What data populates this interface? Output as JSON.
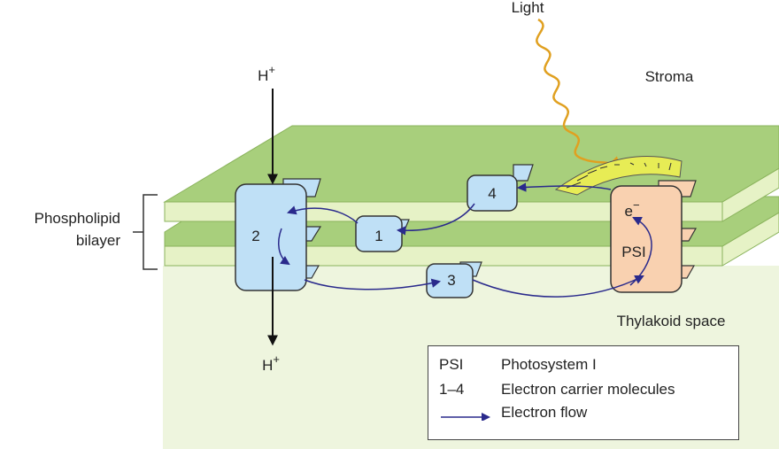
{
  "labels": {
    "light": "Light",
    "stroma": "Stroma",
    "h_plus_top": "H",
    "h_plus_bottom": "H",
    "h_plus_superscript": "+",
    "phospholipid_line1": "Phospholipid",
    "phospholipid_line2": "bilayer",
    "thylakoid_space": "Thylakoid space",
    "electron": "e",
    "electron_superscript": "−",
    "psi": "PSI",
    "carrier_1": "1",
    "carrier_2": "2",
    "carrier_3": "3",
    "carrier_4": "4"
  },
  "legend": {
    "rows": [
      {
        "key": "PSI",
        "description": "Photosystem I"
      },
      {
        "key": "1–4",
        "description": "Electron carrier molecules"
      },
      {
        "key": "",
        "description": "Electron flow"
      }
    ]
  },
  "colors": {
    "membrane_top": "#a8cf7c",
    "membrane_layer": "#e6f2c6",
    "thylakoid_space": "#eef5de",
    "carrier_fill": "#bfe0f6",
    "psi_fill": "#f9d1b0",
    "antenna_fill": "#e7ec55",
    "electron_flow": "#2a2a8c",
    "light_wave": "#e0a020"
  }
}
